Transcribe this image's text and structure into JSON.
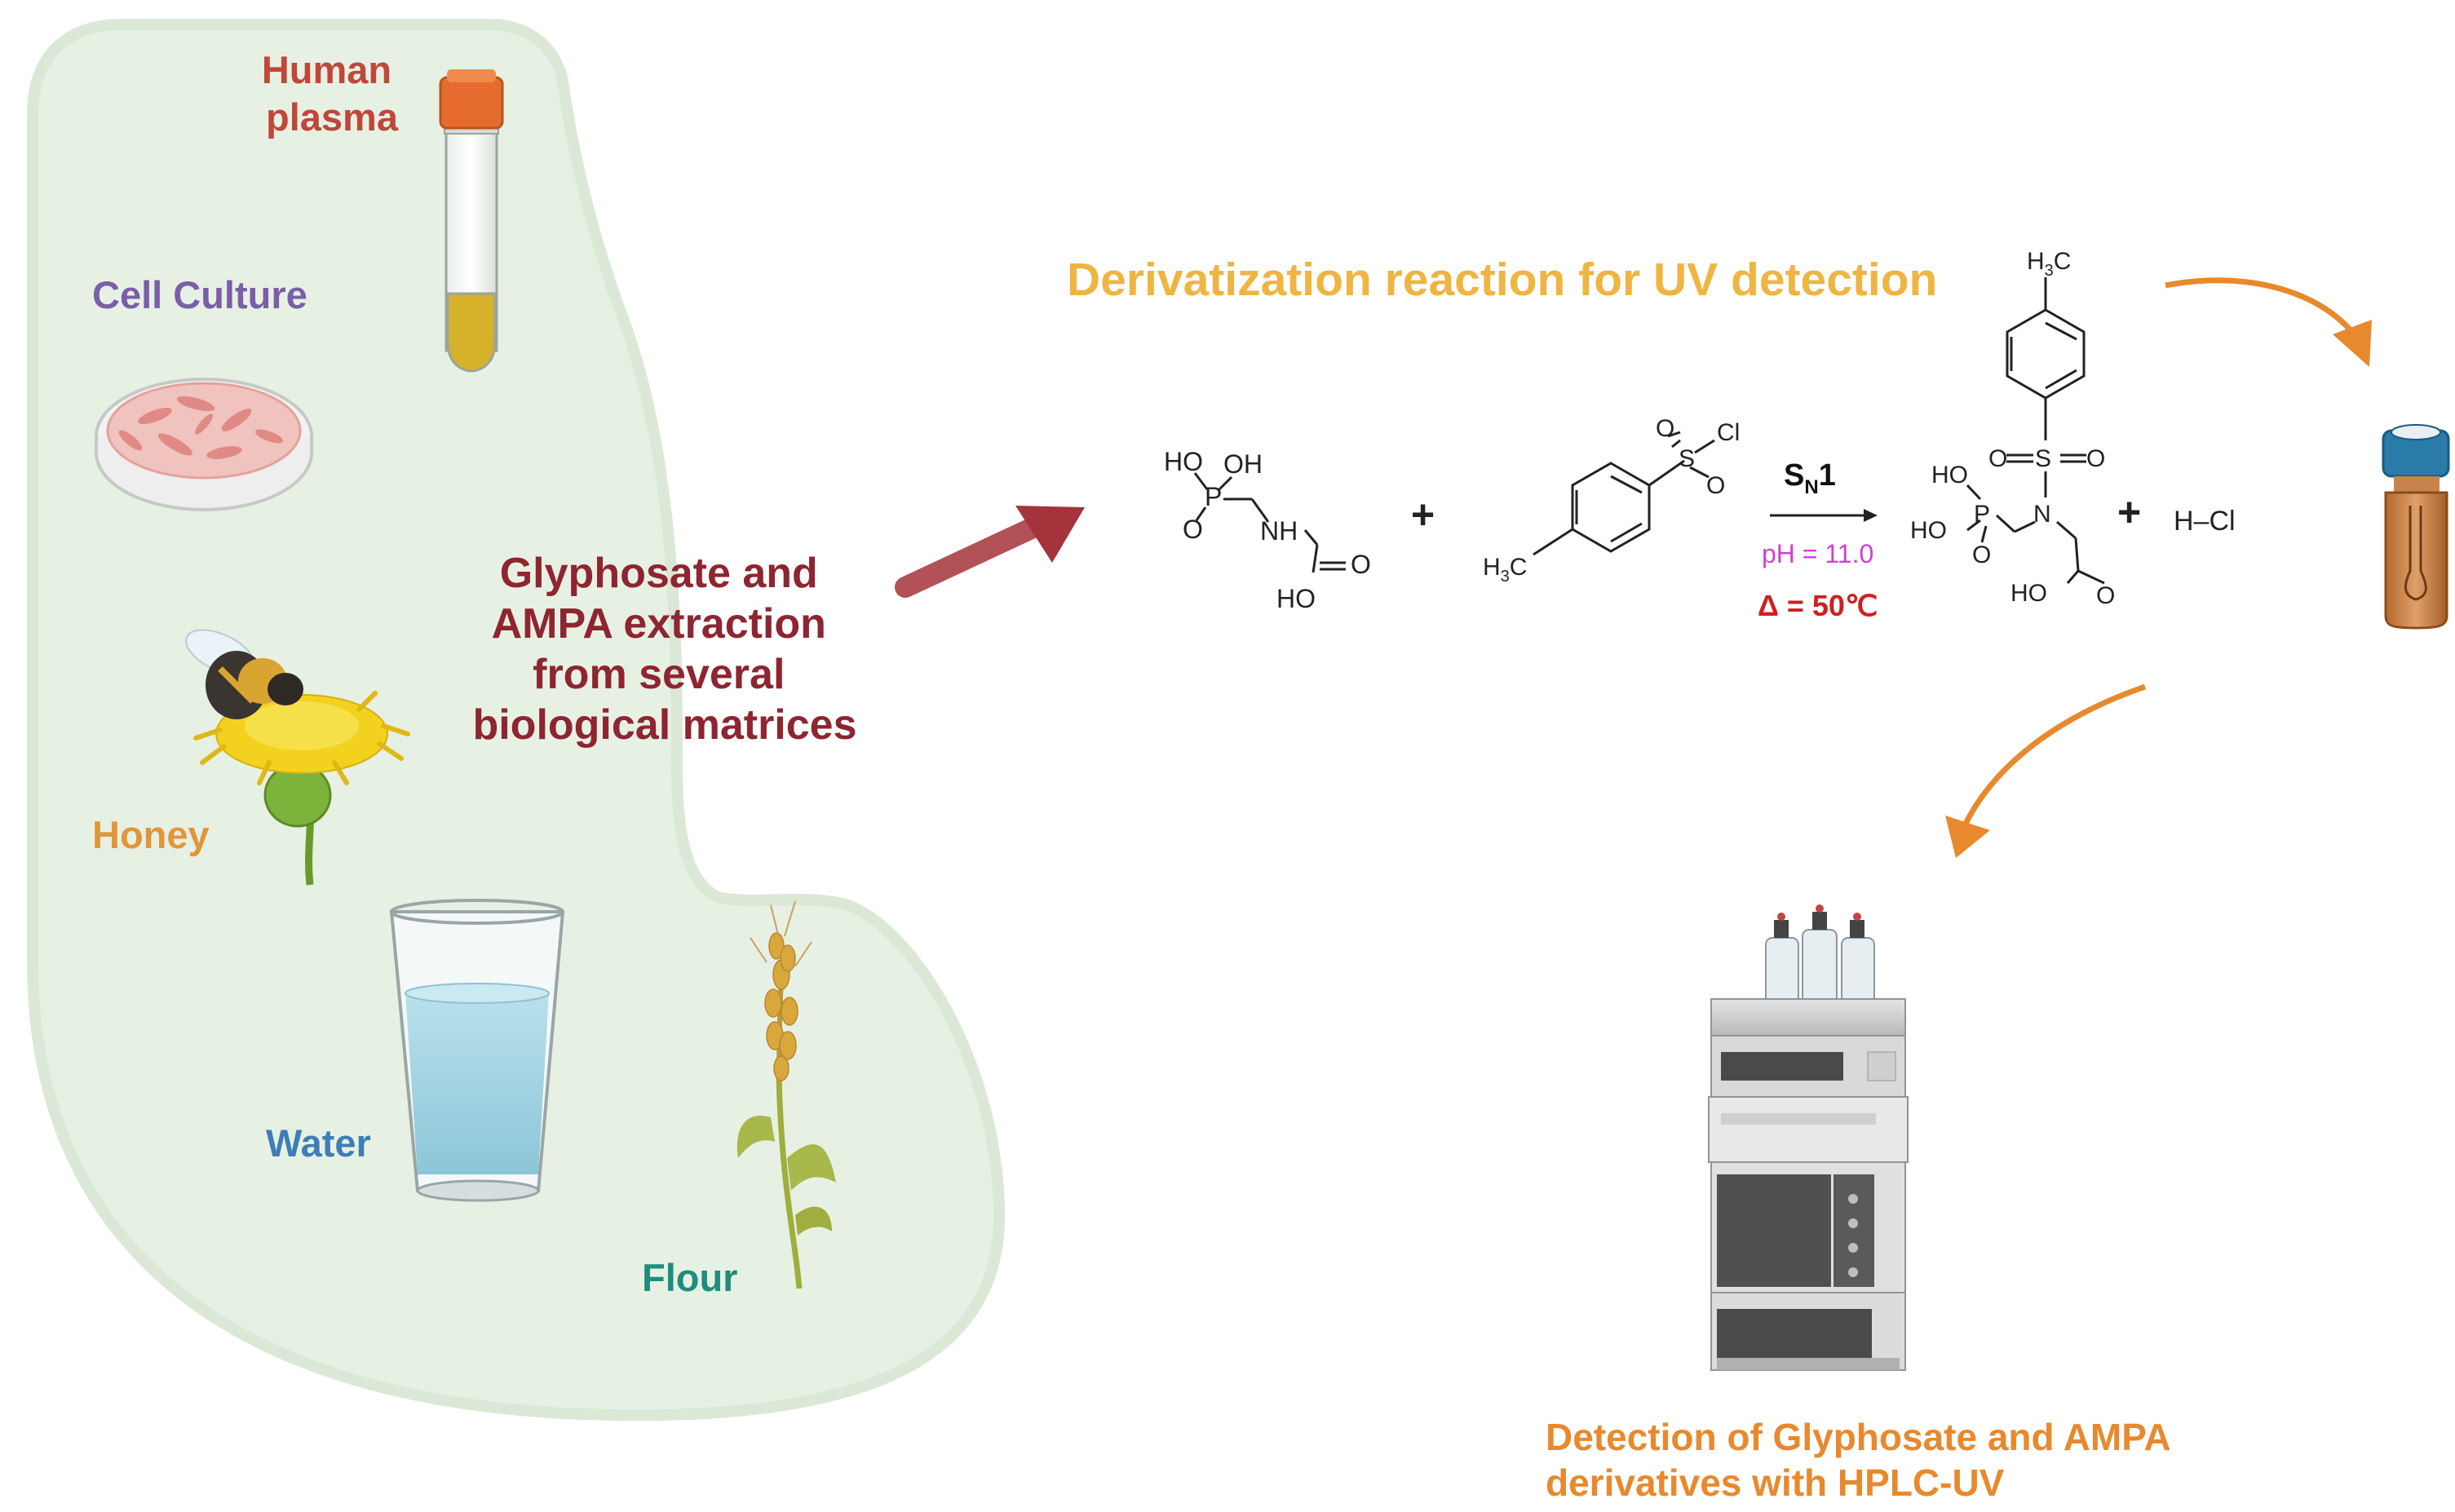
{
  "matrices": {
    "human_plasma": [
      "Human",
      "plasma"
    ],
    "cell_culture": "Cell Culture",
    "honey": "Honey",
    "water": "Water",
    "flour": "Flour"
  },
  "extraction_label": [
    "Glyphosate and",
    "AMPA extraction",
    "from several",
    "biological  matrices"
  ],
  "reaction": {
    "title": "Derivatization reaction for UV detection",
    "plus": "+",
    "mechanism_main": "S",
    "mechanism_sub": "N",
    "mechanism_order": "1",
    "ph": "pH = 11.0",
    "temperature": "Δ = 50℃",
    "hcl": "H–Cl",
    "glyphosate_atoms": {
      "ho": "HO",
      "oh": "OH",
      "p": "P",
      "o": "O",
      "nh": "NH",
      "o2": "O",
      "ho2": "HO"
    },
    "tosyl_atoms": {
      "o1": "O",
      "s": "S",
      "cl": "Cl",
      "o2": "O",
      "ch3": "H",
      "ch3_sub": "3",
      "ch3_c": "C"
    },
    "product_atoms": {
      "ch3": "H",
      "ch3_sub": "3",
      "ch3_c": "C",
      "o1": "O",
      "s": "S",
      "o2": "O",
      "ho1": "HO",
      "p": "P",
      "ho2": "HO",
      "o3": "O",
      "n": "N",
      "ho3": "HO",
      "o4": "O"
    }
  },
  "detection_label": [
    "Detection of Glyphosate and AMPA",
    "derivatives with HPLC-UV"
  ],
  "colors": {
    "blob": "#e7f1e3",
    "blob_border": "#dbe8d6",
    "human_plasma": "#c0473a",
    "cell_culture": "#7a5ea8",
    "honey": "#e0963c",
    "water": "#3d7eb8",
    "flour": "#1f8c7e",
    "extraction": "#8e2530",
    "title": "#efb542",
    "arrow_red": "#a5333b",
    "arrow_orange": "#e8892d",
    "ph": "#d040d0",
    "temperature": "#d01f1f",
    "detection": "#e8892d"
  }
}
